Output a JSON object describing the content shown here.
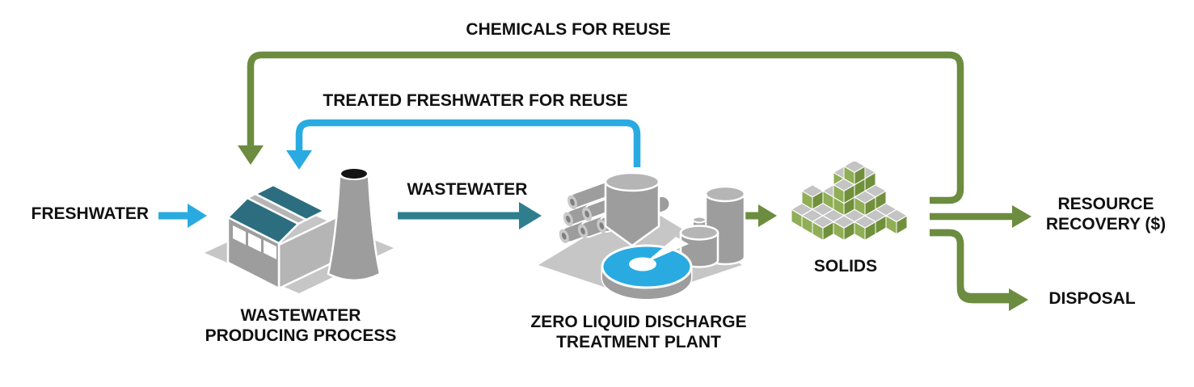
{
  "flows": {
    "freshwater": {
      "label": "FRESHWATER",
      "color": "#29ABE2"
    },
    "wastewater": {
      "label": "WASTEWATER",
      "color": "#2E7E8E"
    },
    "chemicals_for_reuse": {
      "label": "CHEMICALS FOR REUSE",
      "color": "#6C8C3F"
    },
    "treated_freshwater_for_reuse": {
      "label": "TREATED FRESHWATER FOR REUSE",
      "color": "#29ABE2"
    },
    "solids_output": {
      "color": "#6C8C3F"
    },
    "resource_recovery": {
      "label_line1": "RESOURCE",
      "label_line2": "RECOVERY ($)",
      "color": "#6C8C3F"
    },
    "disposal": {
      "label": "DISPOSAL",
      "color": "#6C8C3F"
    }
  },
  "nodes": {
    "wastewater_producing_process": {
      "label_line1": "WASTEWATER",
      "label_line2": "PRODUCING PROCESS"
    },
    "zld_treatment_plant": {
      "label_line1": "ZERO LIQUID DISCHARGE",
      "label_line2": "TREATMENT PLANT"
    },
    "solids": {
      "label": "SOLIDS"
    }
  },
  "icon_colors": {
    "roof_teal": "#2C6E80",
    "water_blue": "#29ABE2",
    "icon_gray": "#9D9D9D",
    "icon_gray_light": "#B5B5B5",
    "platform_gray": "#C6C6C6",
    "solids_green_light": "#8FAE56",
    "solids_green_dark": "#71903C",
    "cube_top_gray": "#C4C4C4",
    "tower_mouth_black": "#141414",
    "text_black": "#111111"
  }
}
